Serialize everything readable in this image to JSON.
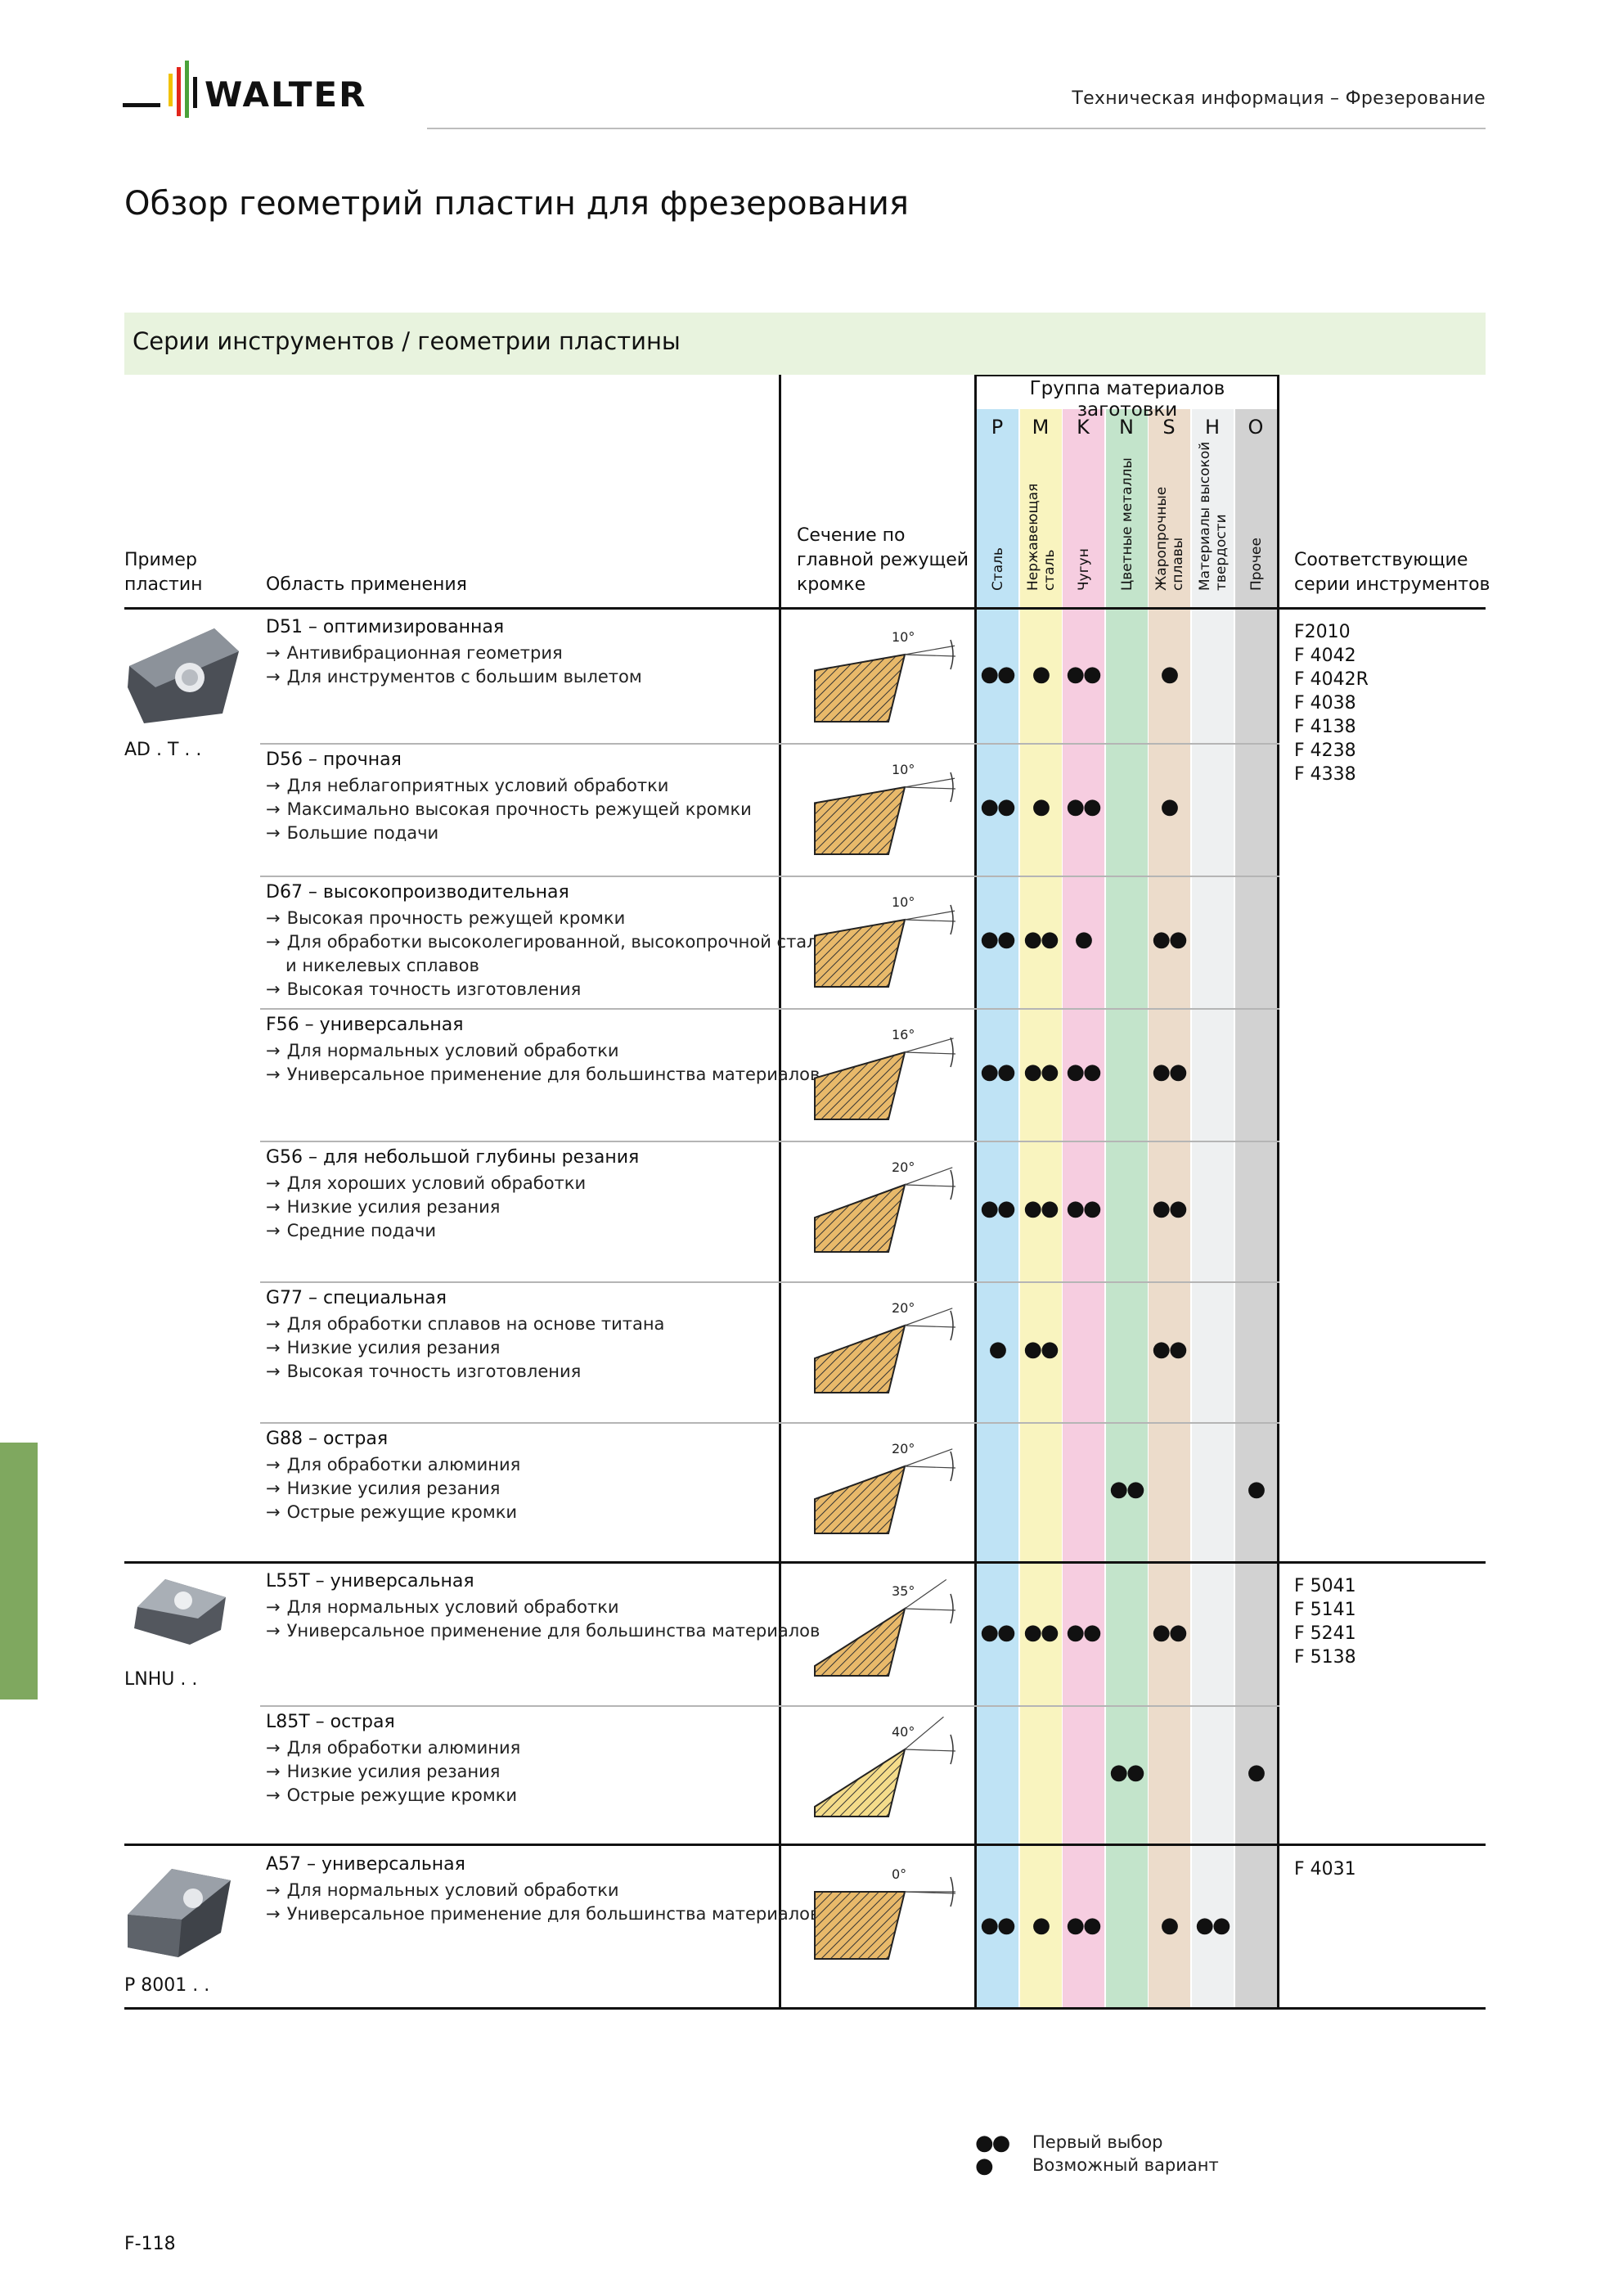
{
  "header": {
    "brand": "WALTER",
    "section": "Техническая информация – Фрезерование"
  },
  "page_title": "Обзор геометрий пластин для фрезерования",
  "band_title": "Серии инструментов / геометрии пластины",
  "table_head": {
    "insert_example": [
      "Пример",
      "пластин"
    ],
    "application": "Область применения",
    "section": [
      "Сечение по",
      "главной режущей",
      "кромке"
    ],
    "material_group": "Группа материалов заготовки",
    "series": [
      "Соответствующие",
      "серии инструментов"
    ],
    "materials": [
      {
        "letter": "P",
        "name": [
          "Сталь"
        ],
        "color": "#bfe3f5"
      },
      {
        "letter": "M",
        "name": [
          "Нержавеющая",
          "сталь"
        ],
        "color": "#f9f4bf"
      },
      {
        "letter": "K",
        "name": [
          "Чугун"
        ],
        "color": "#f6cde0"
      },
      {
        "letter": "N",
        "name": [
          "Цветные металлы"
        ],
        "color": "#c3e4cb"
      },
      {
        "letter": "S",
        "name": [
          "Жаропрочные",
          "сплавы"
        ],
        "color": "#ecdccb"
      },
      {
        "letter": "H",
        "name": [
          "Материалы высокой",
          "твердости"
        ],
        "color": "#eef0f1"
      },
      {
        "letter": "O",
        "name": [
          "Прочее"
        ],
        "color": "#d2d2d2"
      }
    ]
  },
  "groups": [
    {
      "insert": "AD . T . .",
      "series": [
        "F2010",
        "F 4042",
        "F 4042R",
        "F 4038",
        "F 4138",
        "F 4238",
        "F 4338"
      ]
    },
    {
      "insert": "LNHU . .",
      "series": [
        "F 5041",
        "F 5141",
        "F 5241",
        "F 5138"
      ]
    },
    {
      "insert": "P 8001 . .",
      "series": [
        "F 4031"
      ]
    }
  ],
  "rows": [
    {
      "title": "D51 – оптимизированная",
      "items": [
        "Антивибрационная геометрия",
        "Для инструментов с большим вылетом"
      ],
      "angle": "10°",
      "marks": [
        "●●",
        "●",
        "●●",
        "",
        "●",
        "",
        ""
      ]
    },
    {
      "title": "D56 – прочная",
      "items": [
        "Для неблагоприятных условий обработки",
        "Максимально высокая прочность режущей кромки",
        "Большие подачи"
      ],
      "angle": "10°",
      "marks": [
        "●●",
        "●",
        "●●",
        "",
        "●",
        "",
        ""
      ]
    },
    {
      "title": "D67 – высокопроизводительная",
      "items": [
        "Высокая прочность режущей кромки",
        "Для обработки высоколегированной, высокопрочной стали",
        "и никелевых сплавов",
        "Высокая точность изготовления"
      ],
      "angle": "10°",
      "marks": [
        "●●",
        "●●",
        "●",
        "",
        "●●",
        "",
        ""
      ]
    },
    {
      "title": "F56 – универсальная",
      "items": [
        "Для нормальных условий обработки",
        "Универсальное применение для большинства материалов"
      ],
      "angle": "16°",
      "marks": [
        "●●",
        "●●",
        "●●",
        "",
        "●●",
        "",
        ""
      ]
    },
    {
      "title": "G56 – для небольшой глубины резания",
      "items": [
        "Для хороших условий обработки",
        "Низкие усилия резания",
        "Средние подачи"
      ],
      "angle": "20°",
      "marks": [
        "●●",
        "●●",
        "●●",
        "",
        "●●",
        "",
        ""
      ]
    },
    {
      "title": "G77 – специальная",
      "items": [
        "Для обработки сплавов на основе титана",
        "Низкие усилия резания",
        "Высокая точность изготовления"
      ],
      "angle": "20°",
      "marks": [
        "●",
        "●●",
        "",
        "",
        "●●",
        "",
        ""
      ]
    },
    {
      "title": "G88 – острая",
      "items": [
        "Для обработки алюминия",
        "Низкие усилия резания",
        "Острые режущие кромки"
      ],
      "angle": "20°",
      "marks": [
        "",
        "",
        "",
        "●●",
        "",
        "",
        "●"
      ]
    },
    {
      "title": "L55T – универсальная",
      "items": [
        "Для нормальных условий обработки",
        "Универсальное применение для большинства материалов"
      ],
      "angle": "35°",
      "marks": [
        "●●",
        "●●",
        "●●",
        "",
        "●●",
        "",
        ""
      ]
    },
    {
      "title": "L85T – острая",
      "items": [
        "Для обработки алюминия",
        "Низкие усилия резания",
        "Острые режущие кромки"
      ],
      "angle": "40°",
      "marks": [
        "",
        "",
        "",
        "●●",
        "",
        "",
        "●"
      ]
    },
    {
      "title": "A57 – универсальная",
      "items": [
        "Для нормальных условий обработки",
        "Универсальное применение для большинства материалов"
      ],
      "angle": "0°",
      "marks": [
        "●●",
        "●",
        "●●",
        "",
        "●",
        "●●",
        ""
      ]
    }
  ],
  "legend": [
    {
      "dots": "●●",
      "text": "Первый выбор"
    },
    {
      "dots": "●",
      "text": "Возможный вариант"
    }
  ],
  "page_number": "F-118",
  "arrow": "→"
}
